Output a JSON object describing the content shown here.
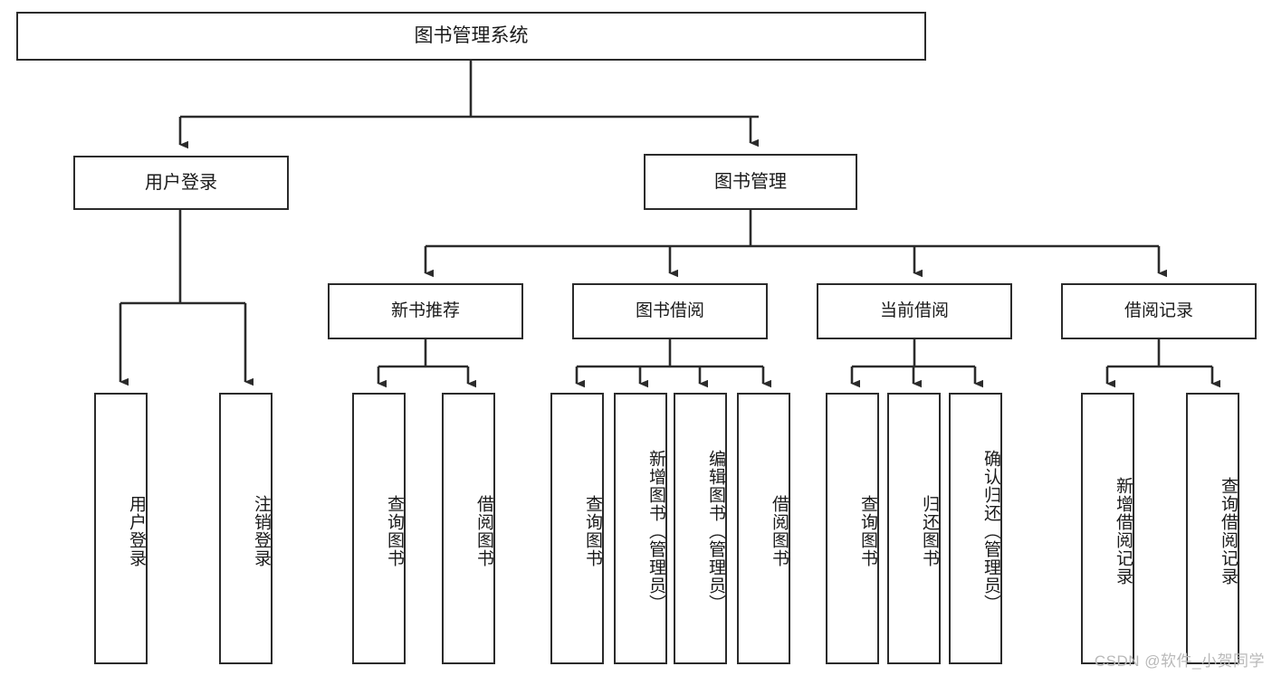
{
  "diagram": {
    "type": "tree",
    "title": "图书管理系统",
    "root": {
      "label": "图书管理系统"
    },
    "level1": [
      {
        "label": "用户登录"
      },
      {
        "label": "图书管理"
      }
    ],
    "level2": [
      {
        "label": "新书推荐"
      },
      {
        "label": "图书借阅"
      },
      {
        "label": "当前借阅"
      },
      {
        "label": "借阅记录"
      }
    ],
    "leaves": {
      "user_login": [
        {
          "label": "用户登录"
        },
        {
          "label": "注销登录"
        }
      ],
      "new_book_recommend": [
        {
          "label": "查询图书"
        },
        {
          "label": "借阅图书"
        }
      ],
      "book_borrow": [
        {
          "label": "查询图书"
        },
        {
          "label": "新增图书（管理员）"
        },
        {
          "label": "编辑图书（管理员）"
        },
        {
          "label": "借阅图书"
        }
      ],
      "current_borrow": [
        {
          "label": "查询图书"
        },
        {
          "label": "归还图书"
        },
        {
          "label": "确认归还（管理员）"
        }
      ],
      "borrow_record": [
        {
          "label": "新增借阅记录"
        },
        {
          "label": "查询借阅记录"
        }
      ]
    },
    "colors": {
      "stroke": "#2b2b2b",
      "fill": "#ffffff",
      "text": "#1a1a1a",
      "watermark": "#b9b9b9"
    }
  },
  "watermark": {
    "text": "CSDN @软件_小贺同学"
  }
}
